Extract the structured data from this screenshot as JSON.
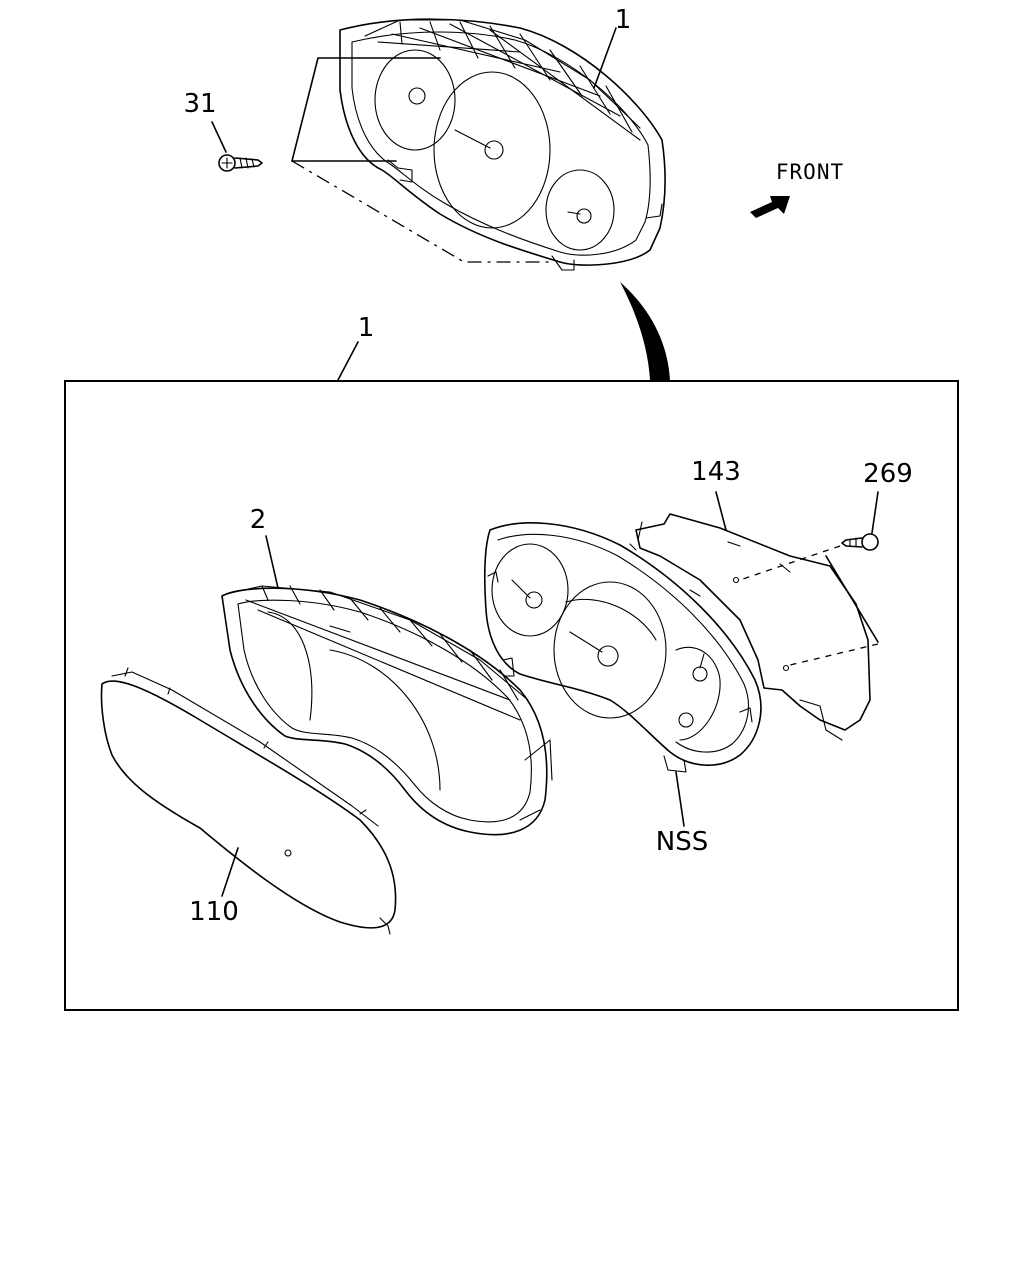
{
  "callouts": {
    "assembly_top": "1",
    "assembly_box": "1",
    "screw_31": "31",
    "case_2": "2",
    "lens_110": "110",
    "board_143": "143",
    "screw_269": "269",
    "nss": "NSS"
  },
  "orientation": {
    "front_label": "FRONT",
    "arrow_icon": "front-arrow-icon"
  }
}
